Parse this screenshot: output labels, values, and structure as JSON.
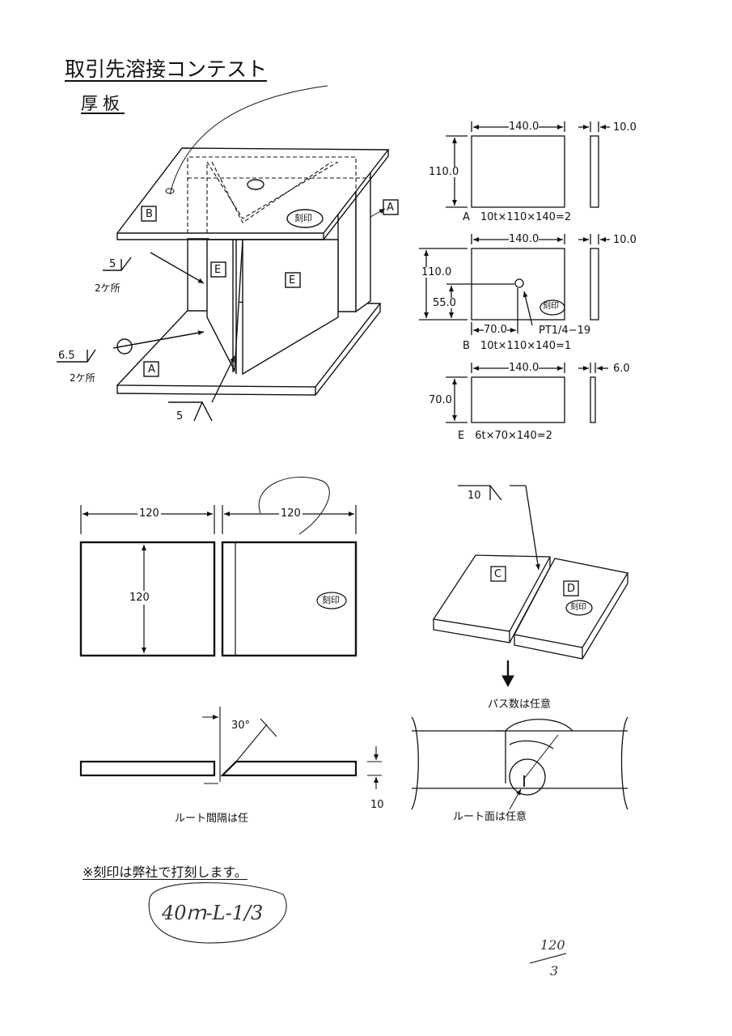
{
  "header": {
    "title": "取引先溶接コンテスト",
    "subtitle": "厚板"
  },
  "iso_assembly": {
    "part_labels": [
      "B",
      "A",
      "E",
      "E",
      "A"
    ],
    "stamp": "刻印",
    "weld_callouts": [
      {
        "size": "5",
        "count": "2ケ所"
      },
      {
        "size": "6.5",
        "count": "2ケ所"
      },
      {
        "size": "5"
      }
    ]
  },
  "part_drawings": {
    "A": {
      "width": "140.0",
      "height": "110.0",
      "thickness": "10.0",
      "spec": "A　10t×110×140=2"
    },
    "B": {
      "width": "140.0",
      "height": "110.0",
      "half_height": "55.0",
      "offset": "70.0",
      "thickness": "10.0",
      "port": "PT1/4−19",
      "stamp": "刻印",
      "spec": "B　10t×110×140=1"
    },
    "E": {
      "width": "140.0",
      "height": "70.0",
      "thickness": "6.0",
      "spec": "E　6t×70×140=2"
    }
  },
  "butt_plates": {
    "left_width": "120",
    "right_width": "120",
    "height": "120",
    "stamp": "刻印"
  },
  "cd_assembly": {
    "weld_size": "10",
    "labels": [
      "C",
      "D"
    ],
    "stamp": "刻印"
  },
  "groove_detail": {
    "angle": "30°",
    "thickness": "10",
    "root_gap_note": "ルート間隔は任"
  },
  "weld_section": {
    "pass_note": "パス数は任意",
    "root_face_note": "ルート面は任意"
  },
  "footer_note": "※刻印は弊社で打刻します。",
  "handwritten": {
    "circled": "40ｍ-L-1/3",
    "fraction_top": "120",
    "fraction_bottom": "3"
  }
}
